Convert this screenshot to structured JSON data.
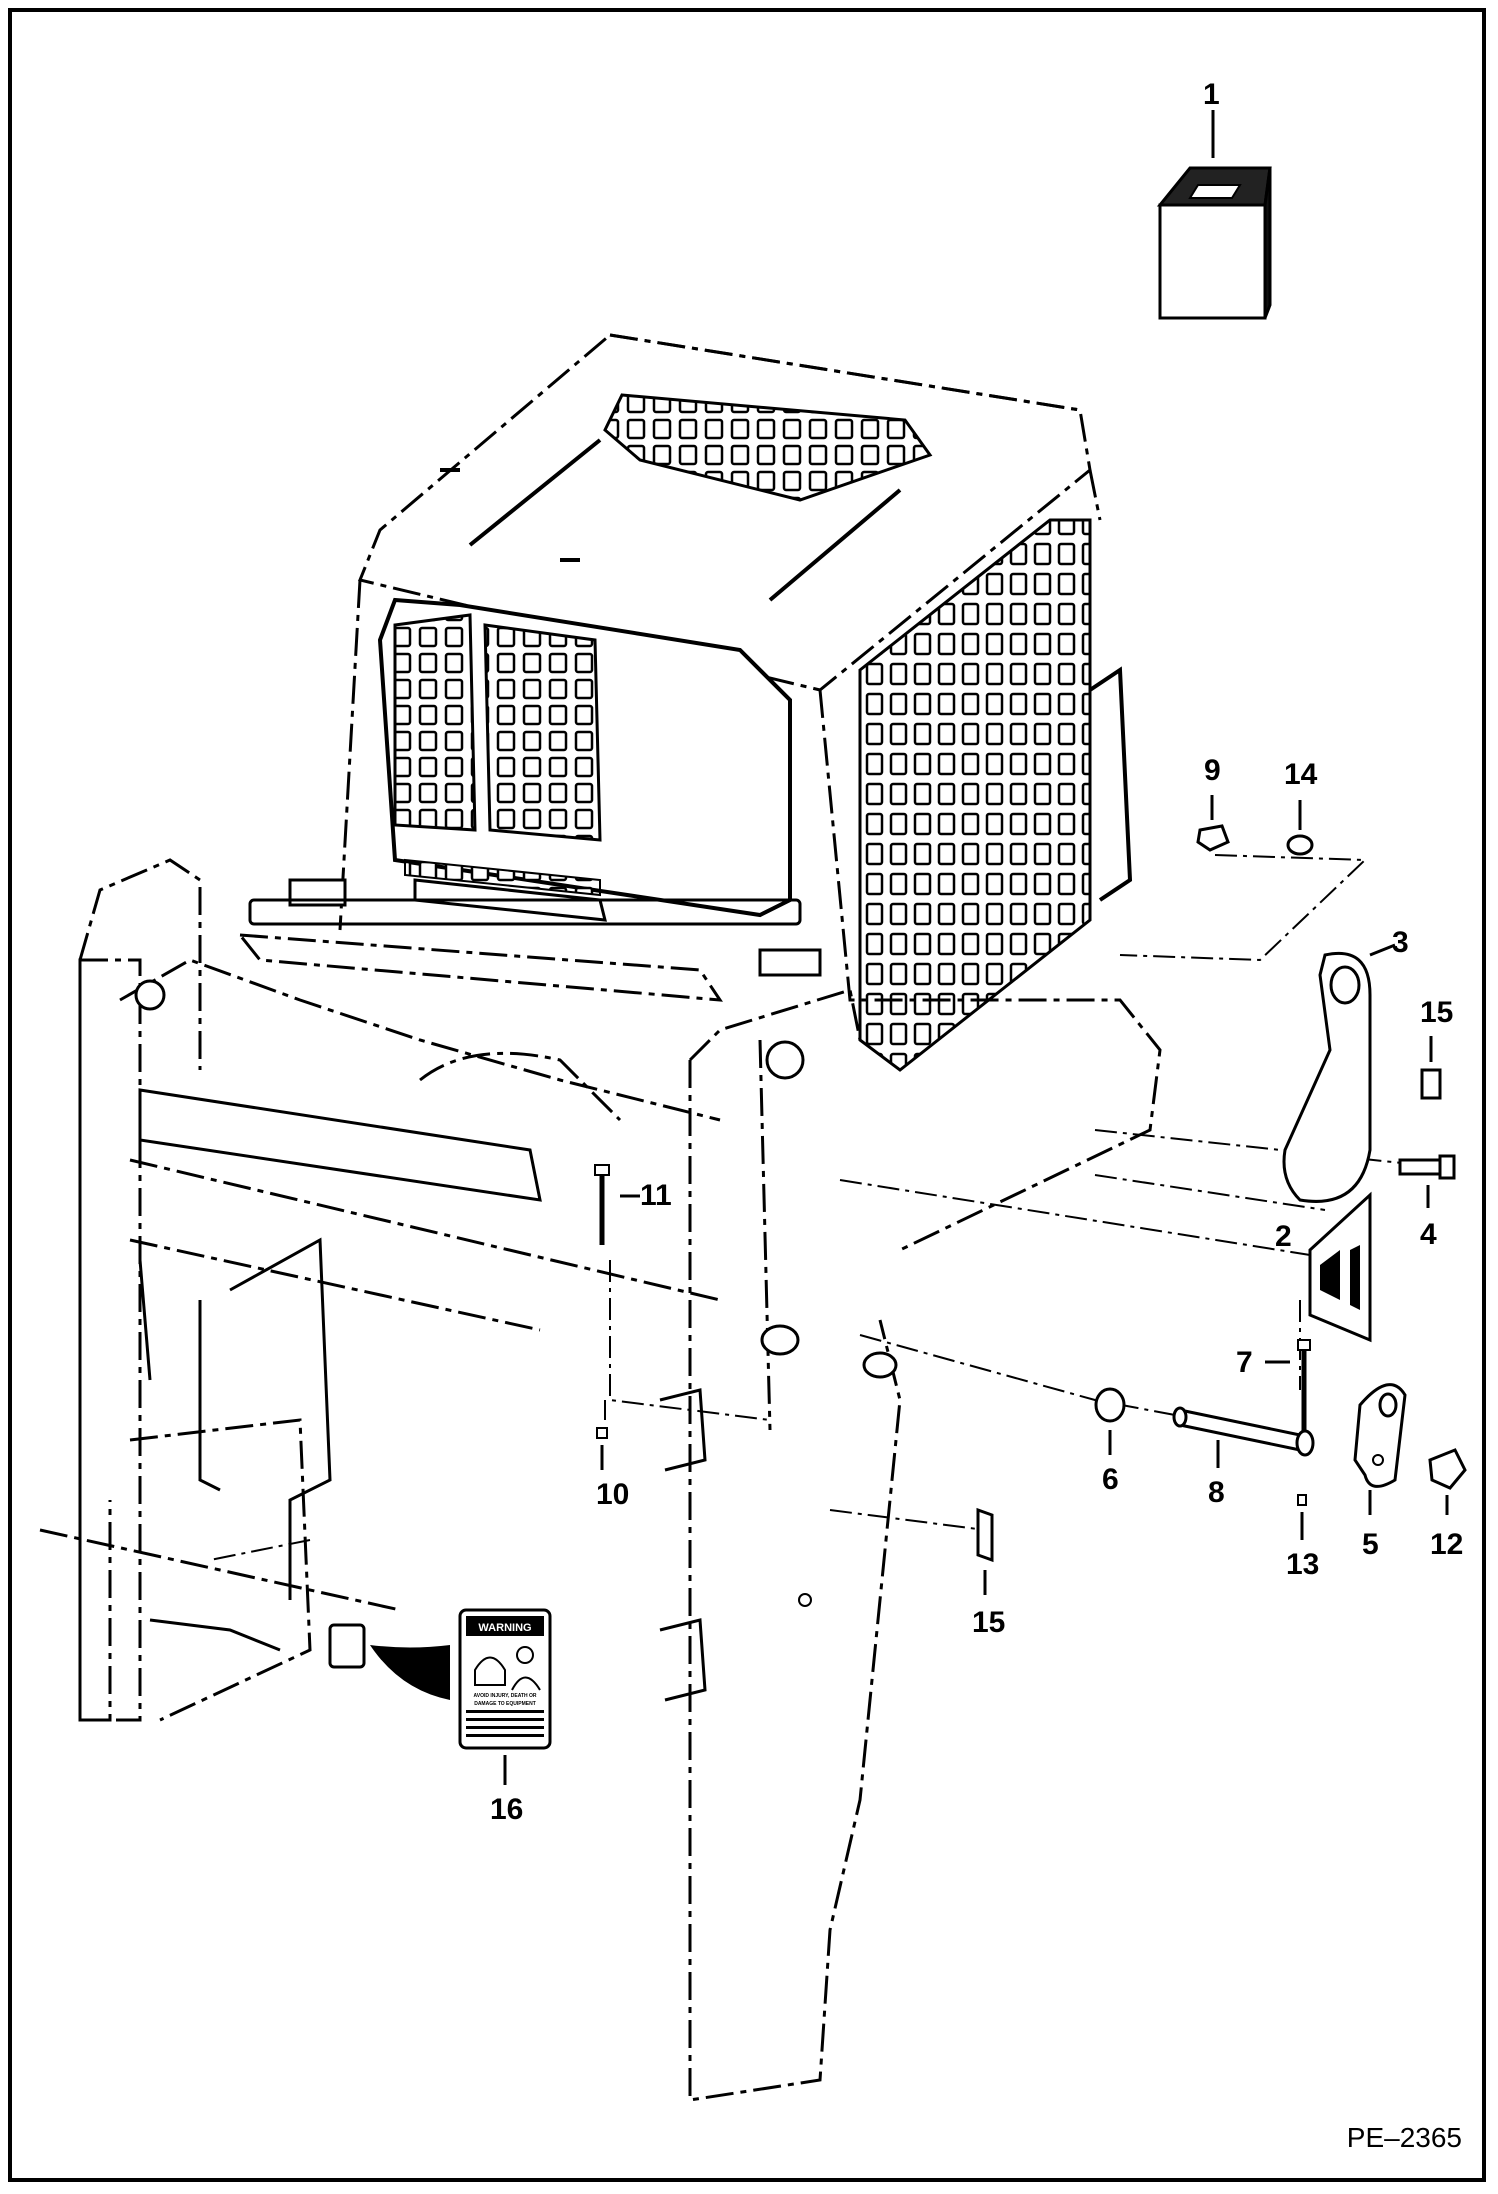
{
  "callouts": {
    "c1": "1",
    "c2": "2",
    "c3": "3",
    "c4": "4",
    "c5": "5",
    "c6": "6",
    "c7": "7",
    "c8": "8",
    "c9": "9",
    "c10": "10",
    "c11": "11",
    "c12": "12",
    "c13": "13",
    "c14": "14",
    "c15a": "15",
    "c15b": "15",
    "c16": "16"
  },
  "warning_decal": {
    "heading": "WARNING",
    "line1": "AVOID INJURY, DEATH OR",
    "line2": "DAMAGE TO EQUIPMENT"
  },
  "figure_id": "PE–2365"
}
